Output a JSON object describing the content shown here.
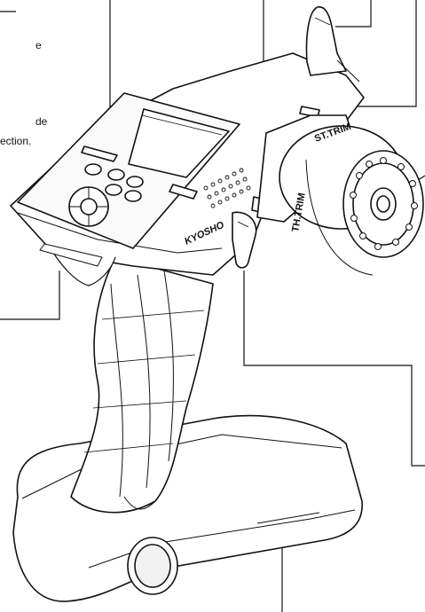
{
  "callout_fragments": {
    "line_1": "e",
    "line_2": "de",
    "line_3": "ection."
  },
  "printed_marks": {
    "steering_trim": "ST.TRIM",
    "throttle_trim": "TH.TRIM",
    "brand_logo": "KYOSHO"
  },
  "colors": {
    "line": "#111111",
    "fill": "#ffffff",
    "shade": "#e6e6e6"
  }
}
